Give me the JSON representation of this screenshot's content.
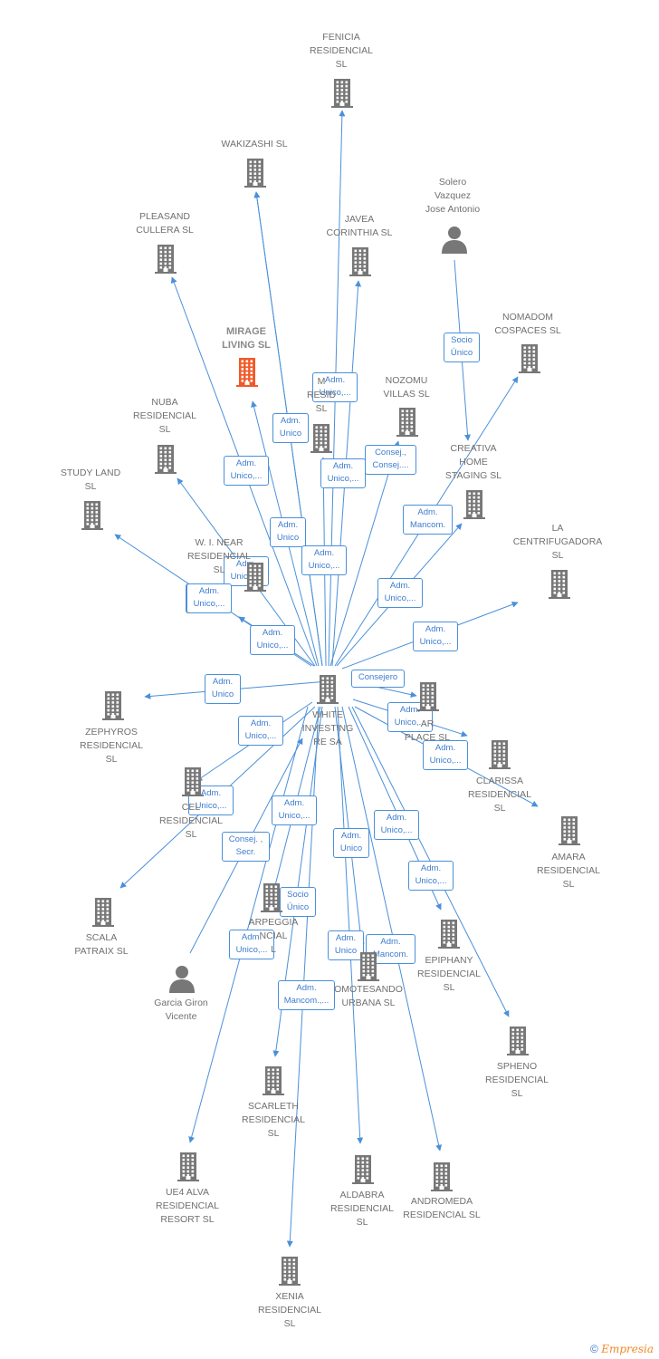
{
  "colors": {
    "edge": "#4a90d9",
    "node": "#777777",
    "highlight": "#f05a28",
    "label": "#707070"
  },
  "center": {
    "id": "white",
    "label": "WHITE\nINVESTING\nRE SA",
    "icon": "building-icon"
  },
  "nodes": [
    {
      "id": "fenicia",
      "label": "FENICIA\nRESIDENCIAL\nSL",
      "icon": "building-icon"
    },
    {
      "id": "wakizashi",
      "label": "WAKIZASHI  SL",
      "icon": "building-icon"
    },
    {
      "id": "pleasand",
      "label": "PLEASAND\nCULLERA  SL",
      "icon": "building-icon"
    },
    {
      "id": "javea",
      "label": "JAVEA\nCORINTHIA  SL",
      "icon": "building-icon"
    },
    {
      "id": "solero",
      "label": "Solero\nVazquez\nJose Antonio",
      "icon": "person-icon"
    },
    {
      "id": "mirage",
      "label": "MIRAGE\nLIVING  SL",
      "icon": "building-icon",
      "highlight": true
    },
    {
      "id": "m_resid",
      "label": "M\nRESID\nSL",
      "icon": "building-icon"
    },
    {
      "id": "nomadom",
      "label": "NOMADOM\nCOSPACES  SL",
      "icon": "building-icon"
    },
    {
      "id": "nozomu",
      "label": "NOZOMU\nVILLAS  SL",
      "icon": "building-icon"
    },
    {
      "id": "nuba",
      "label": "NUBA\nRESIDENCIAL\nSL",
      "icon": "building-icon"
    },
    {
      "id": "creativa",
      "label": "CREATIVA\nHOME\nSTAGING  SL",
      "icon": "building-icon"
    },
    {
      "id": "studyland",
      "label": "STUDY LAND\nSL",
      "icon": "building-icon"
    },
    {
      "id": "wnear",
      "label": "W.  I. NEAR\nRESIDENCIAL\nSL",
      "icon": "building-icon"
    },
    {
      "id": "centrifugadora",
      "label": "LA\nCENTRIFUGADORA\nSL",
      "icon": "building-icon"
    },
    {
      "id": "zephyros",
      "label": "ZEPHYROS\nRESIDENCIAL\nSL",
      "icon": "building-icon"
    },
    {
      "id": "place",
      "label": "AR\nPLACE  SL",
      "icon": "building-icon"
    },
    {
      "id": "clarissa",
      "label": "CLARISSA\nRESIDENCIAL\nSL",
      "icon": "building-icon"
    },
    {
      "id": "cel",
      "label": "CEL\nRESIDENCIAL\nSL",
      "icon": "building-icon"
    },
    {
      "id": "amara",
      "label": "AMARA\nRESIDENCIAL\nSL",
      "icon": "building-icon"
    },
    {
      "id": "scala",
      "label": "SCALA\nPATRAIX  SL",
      "icon": "building-icon"
    },
    {
      "id": "arpeggia",
      "label": "ARPEGGIA\nNCIAL\nL",
      "icon": "building-icon"
    },
    {
      "id": "epiphany",
      "label": "EPIPHANY\nRESIDENCIAL\nSL",
      "icon": "building-icon"
    },
    {
      "id": "omotesando",
      "label": "OMOTESANDO\nURBANA  SL",
      "icon": "building-icon"
    },
    {
      "id": "garcia",
      "label": "Garcia Giron\nVicente",
      "icon": "person-icon"
    },
    {
      "id": "spheno",
      "label": "SPHENO\nRESIDENCIAL\nSL",
      "icon": "building-icon"
    },
    {
      "id": "scarleth",
      "label": "SCARLETH\nRESIDENCIAL\nSL",
      "icon": "building-icon"
    },
    {
      "id": "ue4",
      "label": "UE4 ALVA\nRESIDENCIAL\nRESORT  SL",
      "icon": "building-icon"
    },
    {
      "id": "aldabra",
      "label": "ALDABRA\nRESIDENCIAL\nSL",
      "icon": "building-icon"
    },
    {
      "id": "andromeda",
      "label": "ANDROMEDA\nRESIDENCIAL SL",
      "icon": "building-icon"
    },
    {
      "id": "xenia",
      "label": "XENIA\nRESIDENCIAL\nSL",
      "icon": "building-icon"
    }
  ],
  "edges": [
    {
      "from": "white",
      "to": "fenicia",
      "label": "Adm.\nUnico,..."
    },
    {
      "from": "white",
      "to": "wakizashi",
      "label": "Adm.\nUnico"
    },
    {
      "from": "white",
      "to": "pleasand",
      "label": "Adm.\nUnico,..."
    },
    {
      "from": "white",
      "to": "javea",
      "label": "Adm.\nUnico,..."
    },
    {
      "from": "white",
      "to": "mirage",
      "label": "Adm.\nUnico"
    },
    {
      "from": "white",
      "to": "m_resid",
      "label": "Adm.\nUnico,..."
    },
    {
      "from": "white",
      "to": "nozomu",
      "label": "Consej.,\nConsej...."
    },
    {
      "from": "solero",
      "to": "creativa",
      "label": "Socio\nÚnico"
    },
    {
      "from": "white",
      "to": "nomadom",
      "label": "Adm.\nMancom."
    },
    {
      "from": "white",
      "to": "nuba",
      "label": "Adm.\nUnico,..."
    },
    {
      "from": "white",
      "to": "creativa",
      "label": "Adm.\nUnico,..."
    },
    {
      "from": "white",
      "to": "studyland",
      "label": "Adm.\nUnico,..."
    },
    {
      "from": "white",
      "to": "wnear",
      "label": "Adm.\nUnico,..."
    },
    {
      "from": "white",
      "to": "centrifugadora",
      "label": "Adm.\nUnico,..."
    },
    {
      "from": "white",
      "to": "zephyros",
      "label": "Adm.\nUnico"
    },
    {
      "from": "white",
      "to": "place",
      "label": "Consejero"
    },
    {
      "from": "white",
      "to": "clarissa",
      "label": "Adm.\nUnico,..."
    },
    {
      "from": "white",
      "to": "cel",
      "label": "Adm.\nUnico,..."
    },
    {
      "from": "white",
      "to": "amara",
      "label": "Adm.\nUnico,..."
    },
    {
      "from": "white",
      "to": "scala",
      "label": "Adm.\nUnico,..."
    },
    {
      "from": "white",
      "to": "arpeggia",
      "label": "Adm.\nUnico,..."
    },
    {
      "from": "garcia",
      "to": "white",
      "label": "Consej. ,\nSecr."
    },
    {
      "from": "white",
      "to": "epiphany",
      "label": "Adm.\nUnico,..."
    },
    {
      "from": "white",
      "to": "spheno",
      "label": "Adm.\nUnico,..."
    },
    {
      "from": "white",
      "to": "omotesando",
      "label": "Adm.\nUnico"
    },
    {
      "from": "white",
      "to": "scarleth",
      "label": "Socio\nÚnico"
    },
    {
      "from": "white",
      "to": "ue4",
      "label": "Adm.\nUnico,..."
    },
    {
      "from": "white",
      "to": "aldabra",
      "label": "Adm.\nUnico"
    },
    {
      "from": "white",
      "to": "andromeda",
      "label": "Adm.\nMancom."
    },
    {
      "from": "white",
      "to": "xenia",
      "label": "Adm.\nMancom.,..."
    },
    {
      "from": "white",
      "to": "wnear",
      "label": "Adm.\nUnico,..."
    },
    {
      "from": "white",
      "to": "m_resid",
      "label": "Adm.\nUnico"
    }
  ],
  "footer": {
    "copyright": "©",
    "brand": "Empresia"
  }
}
